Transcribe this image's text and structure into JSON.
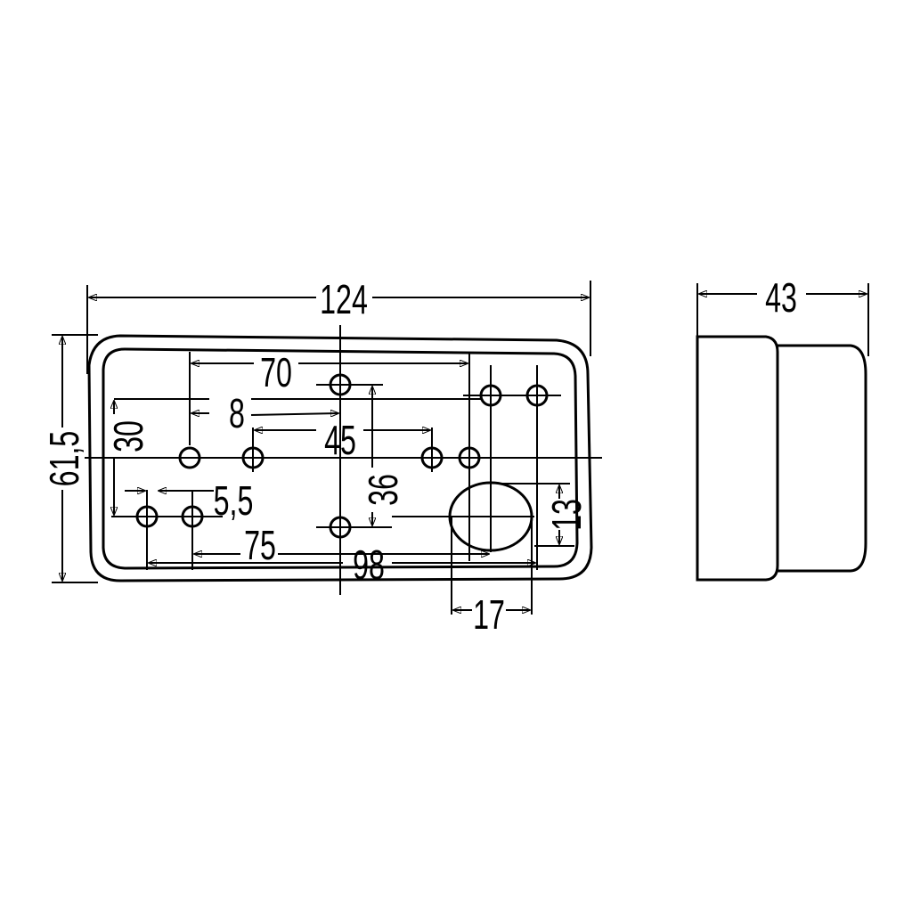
{
  "drawing": {
    "front_view": {
      "overall_width": "124",
      "overall_height": "61,5",
      "hole_spacing_top": "70",
      "offset_8": "8",
      "offset_30": "30",
      "spacing_45": "45",
      "vertical_36": "36",
      "spacing_5_5": "5,5",
      "spacing_75": "75",
      "spacing_98": "98",
      "oval_height": "13",
      "oval_width": "17"
    },
    "side_view": {
      "depth": "43"
    }
  }
}
